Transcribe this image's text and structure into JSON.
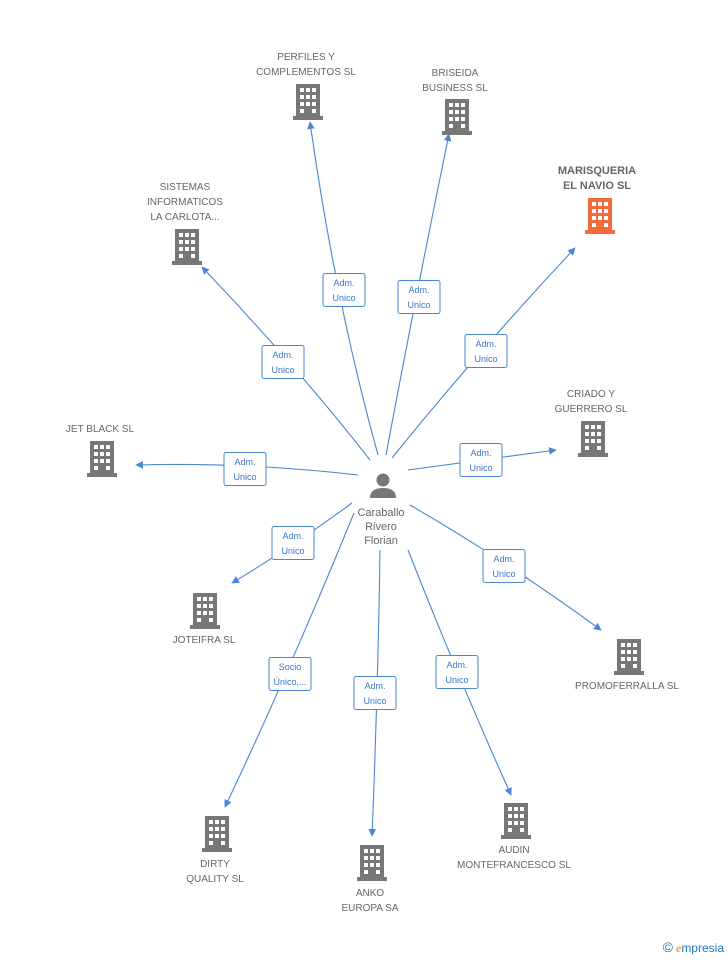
{
  "center": {
    "lines": [
      "Caraballo",
      "Rivero",
      "Florian"
    ]
  },
  "colors": {
    "edge": "#4a86d2",
    "building": "#777777",
    "highlight": "#f26b3a",
    "text": "#666666"
  },
  "companies": [
    {
      "id": "perfiles",
      "lines": [
        "PERFILES Y",
        "COMPLEMENTOS SL"
      ],
      "label_pos": "above",
      "highlight": false
    },
    {
      "id": "briseida",
      "lines": [
        "BRISEIDA",
        "BUSINESS SL"
      ],
      "label_pos": "above",
      "highlight": false
    },
    {
      "id": "marisqueria",
      "lines": [
        "MARISQUERIA",
        "EL NAVIO SL"
      ],
      "label_pos": "above",
      "highlight": true
    },
    {
      "id": "sistemas",
      "lines": [
        "SISTEMAS",
        "INFORMATICOS",
        "LA CARLOTA..."
      ],
      "label_pos": "above",
      "highlight": false
    },
    {
      "id": "jetblack",
      "lines": [
        "JET BLACK SL"
      ],
      "label_pos": "above",
      "highlight": false
    },
    {
      "id": "criado",
      "lines": [
        "CRIADO Y",
        "GUERRERO SL"
      ],
      "label_pos": "above",
      "highlight": false
    },
    {
      "id": "joteifra",
      "lines": [
        "JOTEIFRA SL"
      ],
      "label_pos": "below",
      "highlight": false
    },
    {
      "id": "promoferralla",
      "lines": [
        "PROMOFERRALLA SL"
      ],
      "label_pos": "below",
      "highlight": false
    },
    {
      "id": "dirty",
      "lines": [
        "DIRTY",
        "QUALITY SL"
      ],
      "label_pos": "below",
      "highlight": false
    },
    {
      "id": "anko",
      "lines": [
        "ANKO",
        "EUROPA SA"
      ],
      "label_pos": "below",
      "highlight": false
    },
    {
      "id": "audin",
      "lines": [
        "AUDIN",
        "MONTEFRANCESCO SL"
      ],
      "label_pos": "below",
      "highlight": false
    }
  ],
  "edges": [
    {
      "to": "perfiles",
      "label": [
        "Adm.",
        "Unico"
      ]
    },
    {
      "to": "briseida",
      "label": [
        "Adm.",
        "Unico"
      ]
    },
    {
      "to": "marisqueria",
      "label": [
        "Adm.",
        "Unico"
      ]
    },
    {
      "to": "sistemas",
      "label": [
        "Adm.",
        "Unico"
      ]
    },
    {
      "to": "jetblack",
      "label": [
        "Adm.",
        "Unico"
      ]
    },
    {
      "to": "criado",
      "label": [
        "Adm.",
        "Unico"
      ]
    },
    {
      "to": "joteifra",
      "label": [
        "Adm.",
        "Unico"
      ]
    },
    {
      "to": "promoferralla",
      "label": [
        "Adm.",
        "Unico"
      ]
    },
    {
      "to": "dirty",
      "label": [
        "Socio",
        "Único,..."
      ]
    },
    {
      "to": "anko",
      "label": [
        "Adm.",
        "Unico"
      ]
    },
    {
      "to": "audin",
      "label": [
        "Adm.",
        "Unico"
      ]
    }
  ],
  "watermark": {
    "copyright": "©",
    "brand_first": "e",
    "brand_rest": "mpresia"
  }
}
